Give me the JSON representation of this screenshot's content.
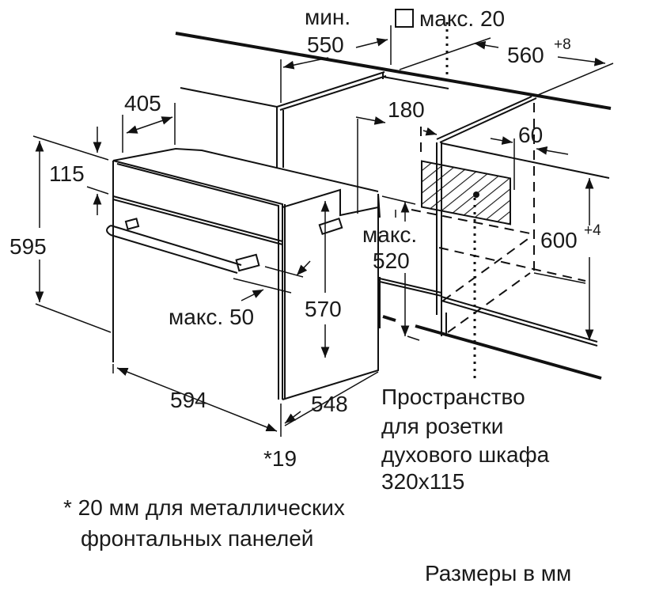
{
  "title": "Размеры в мм",
  "dimensions": {
    "min_label": "мин.",
    "min_depth": "550",
    "max_label_box": "макс. 20",
    "niche_width": "560",
    "niche_width_tol": "+8",
    "depth_405": "405",
    "panel_115": "115",
    "height_595": "595",
    "d180": "180",
    "d60": "60",
    "max_label": "макс.",
    "max_520": "520",
    "niche_height": "600",
    "niche_height_tol": "+4",
    "handle_max": "макс. 50",
    "h570": "570",
    "width_594": "594",
    "depth_548": "548",
    "note_19": "*19"
  },
  "socket_note": [
    "Пространство",
    "для розетки",
    "духового шкафа",
    "320x115"
  ],
  "footnote": [
    "* 20 мм для металлических",
    "фронтальных панелей"
  ],
  "units_note": "Размеры в мм"
}
